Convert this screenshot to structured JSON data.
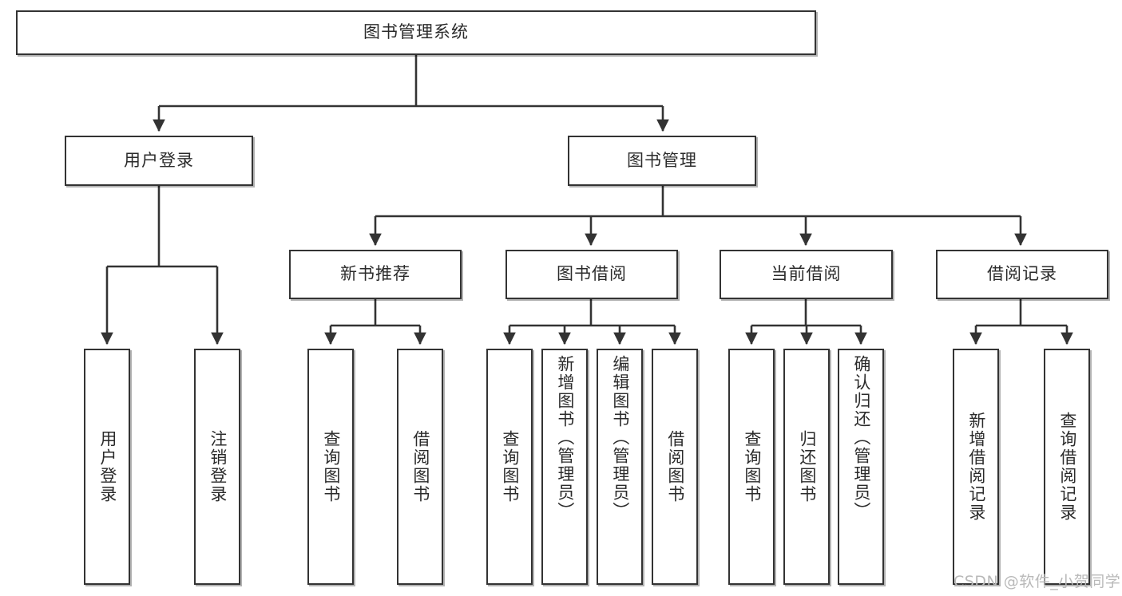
{
  "diagram": {
    "type": "tree",
    "title": "图书管理系统",
    "watermark": "CSDN @软件_小贺同学",
    "colors": {
      "box_border": "#333333",
      "box_fill": "#ffffff",
      "edge": "#333333",
      "text": "#2b2b2b",
      "watermark": "#b9b9b9",
      "background": "#ffffff"
    },
    "levels": {
      "root": "图书管理系统",
      "level2": [
        "用户登录",
        "图书管理"
      ],
      "level3": [
        "新书推荐",
        "图书借阅",
        "当前借阅",
        "借阅记录"
      ]
    },
    "nodes": {
      "root": {
        "label": "图书管理系统",
        "orientation": "horizontal"
      },
      "user_login": {
        "label": "用户登录",
        "orientation": "horizontal"
      },
      "book_manage": {
        "label": "图书管理",
        "orientation": "horizontal"
      },
      "new_book_rec": {
        "label": "新书推荐",
        "orientation": "horizontal"
      },
      "book_borrow": {
        "label": "图书借阅",
        "orientation": "horizontal"
      },
      "current_borrow": {
        "label": "当前借阅",
        "orientation": "horizontal"
      },
      "borrow_record": {
        "label": "借阅记录",
        "orientation": "horizontal"
      },
      "leaf_user_login": {
        "label": "用户登录",
        "orientation": "vertical"
      },
      "leaf_logout": {
        "label": "注销登录",
        "orientation": "vertical"
      },
      "leaf_query_book_1": {
        "label": "查询图书",
        "orientation": "vertical"
      },
      "leaf_borrow_book_1": {
        "label": "借阅图书",
        "orientation": "vertical"
      },
      "leaf_query_book_2": {
        "label": "查询图书",
        "orientation": "vertical"
      },
      "leaf_add_book": {
        "label": "新增图书（管理员）",
        "orientation": "vertical"
      },
      "leaf_edit_book": {
        "label": "编辑图书（管理员）",
        "orientation": "vertical"
      },
      "leaf_borrow_book_2": {
        "label": "借阅图书",
        "orientation": "vertical"
      },
      "leaf_query_book_3": {
        "label": "查询图书",
        "orientation": "vertical"
      },
      "leaf_return_book": {
        "label": "归还图书",
        "orientation": "vertical"
      },
      "leaf_confirm_return": {
        "label": "确认归还（管理员）",
        "orientation": "vertical"
      },
      "leaf_add_record": {
        "label": "新增借阅记录",
        "orientation": "vertical"
      },
      "leaf_query_record": {
        "label": "查询借阅记录",
        "orientation": "vertical"
      }
    },
    "edges": [
      {
        "from": "root",
        "to": "user_login"
      },
      {
        "from": "root",
        "to": "book_manage"
      },
      {
        "from": "user_login",
        "to": "leaf_user_login"
      },
      {
        "from": "user_login",
        "to": "leaf_logout"
      },
      {
        "from": "book_manage",
        "to": "new_book_rec"
      },
      {
        "from": "book_manage",
        "to": "book_borrow"
      },
      {
        "from": "book_manage",
        "to": "current_borrow"
      },
      {
        "from": "book_manage",
        "to": "borrow_record"
      },
      {
        "from": "new_book_rec",
        "to": "leaf_query_book_1"
      },
      {
        "from": "new_book_rec",
        "to": "leaf_borrow_book_1"
      },
      {
        "from": "book_borrow",
        "to": "leaf_query_book_2"
      },
      {
        "from": "book_borrow",
        "to": "leaf_add_book"
      },
      {
        "from": "book_borrow",
        "to": "leaf_edit_book"
      },
      {
        "from": "book_borrow",
        "to": "leaf_borrow_book_2"
      },
      {
        "from": "current_borrow",
        "to": "leaf_query_book_3"
      },
      {
        "from": "current_borrow",
        "to": "leaf_return_book"
      },
      {
        "from": "current_borrow",
        "to": "leaf_confirm_return"
      },
      {
        "from": "borrow_record",
        "to": "leaf_add_record"
      },
      {
        "from": "borrow_record",
        "to": "leaf_query_record"
      }
    ]
  }
}
